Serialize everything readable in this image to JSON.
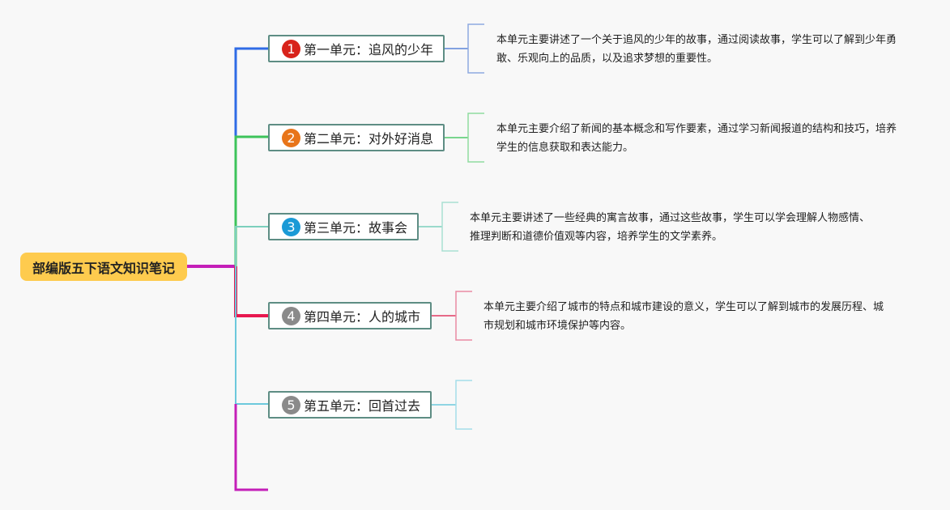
{
  "root": {
    "title": "部编版五下语文知识笔记"
  },
  "units": [
    {
      "number": "1",
      "title": "第一单元：追风的少年",
      "description": "本单元主要讲述了一个关于追风的少年的故事，通过阅读故事，学生可以了解到少年勇敢、乐观向上的品质，以及追求梦想的重要性。",
      "badge_color": "#d8231b",
      "branch_color": "#2f6be6"
    },
    {
      "number": "2",
      "title": "第二单元：对外好消息",
      "description": "本单元主要介绍了新闻的基本概念和写作要素，通过学习新闻报道的结构和技巧，培养学生的信息获取和表达能力。",
      "badge_color": "#e8751a",
      "branch_color": "#3dc35a"
    },
    {
      "number": "3",
      "title": "第三单元：故事会",
      "description": "本单元主要讲述了一些经典的寓言故事，通过这些故事，学生可以学会理解人物感情、推理判断和道德价值观等内容，培养学生的文学素养。",
      "badge_color": "#1b9ad6",
      "branch_color": "#7ccfbd"
    },
    {
      "number": "4",
      "title": "第四单元：人的城市",
      "description": "本单元主要介绍了城市的特点和城市建设的意义，学生可以了解到城市的发展历程、城市规划和城市环境保护等内容。",
      "badge_color": "#8a8a8a",
      "branch_color": "#e8184f"
    },
    {
      "number": "5",
      "title": "第五单元：回首过去",
      "description": "",
      "badge_color": "#8a8a8a",
      "branch_color": "#6cc9dc"
    }
  ],
  "trunk_color": "#c41fb8"
}
